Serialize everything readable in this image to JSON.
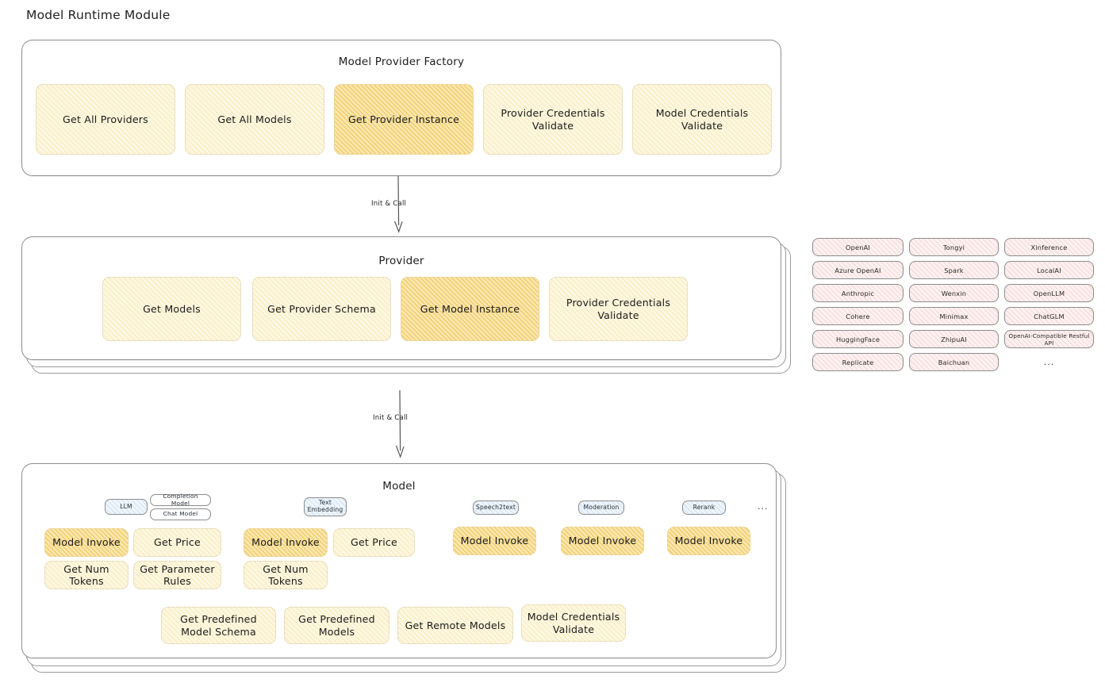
{
  "page": {
    "title": "Model Runtime Module"
  },
  "factory": {
    "title": "Model Provider Factory",
    "nodes": [
      {
        "label": "Get All Providers",
        "highlight": false
      },
      {
        "label": "Get All Models",
        "highlight": false
      },
      {
        "label": "Get Provider Instance",
        "highlight": true
      },
      {
        "label": "Provider Credentials Validate",
        "highlight": false
      },
      {
        "label": "Model Credentials Validate",
        "highlight": false
      }
    ]
  },
  "arrow1": {
    "label": "Init & Call"
  },
  "provider": {
    "title": "Provider",
    "nodes": [
      {
        "label": "Get Models",
        "highlight": false
      },
      {
        "label": "Get Provider Schema",
        "highlight": false
      },
      {
        "label": "Get Model Instance",
        "highlight": true
      },
      {
        "label": "Provider Credentials Validate",
        "highlight": false
      }
    ]
  },
  "provider_list": {
    "columns": [
      [
        "OpenAI",
        "Azure OpenAI",
        "Anthropic",
        "Cohere",
        "HuggingFace",
        "Replicate"
      ],
      [
        "Tongyi",
        "Spark",
        "Wenxin",
        "Minimax",
        "ZhipuAI",
        "Baichuan"
      ],
      [
        "Xinference",
        "LocalAI",
        "OpenLLM",
        "ChatGLM",
        "OpenAI-Compatible Restful API"
      ]
    ],
    "ellipsis": "..."
  },
  "arrow2": {
    "label": "Init & Call"
  },
  "model": {
    "title": "Model",
    "ellipsis": "...",
    "types": [
      {
        "badge": "LLM",
        "sub_badges": [
          "Completion Model",
          "Chat Model"
        ],
        "nodes": [
          {
            "label": "Model Invoke",
            "highlight": true
          },
          {
            "label": "Get Price",
            "highlight": false
          },
          {
            "label": "Get Num Tokens",
            "highlight": false
          },
          {
            "label": "Get Parameter Rules",
            "highlight": false
          }
        ]
      },
      {
        "badge": "Text Embedding",
        "sub_badges": [],
        "nodes": [
          {
            "label": "Model Invoke",
            "highlight": true
          },
          {
            "label": "Get Price",
            "highlight": false
          },
          {
            "label": "Get Num Tokens",
            "highlight": false
          }
        ]
      },
      {
        "badge": "Speech2text",
        "sub_badges": [],
        "nodes": [
          {
            "label": "Model Invoke",
            "highlight": true
          }
        ]
      },
      {
        "badge": "Moderation",
        "sub_badges": [],
        "nodes": [
          {
            "label": "Model Invoke",
            "highlight": true
          }
        ]
      },
      {
        "badge": "Rerank",
        "sub_badges": [],
        "nodes": [
          {
            "label": "Model Invoke",
            "highlight": true
          }
        ]
      }
    ],
    "common_nodes": [
      {
        "label": "Get Predefined Model Schema"
      },
      {
        "label": "Get Predefined Models"
      },
      {
        "label": "Get Remote Models"
      },
      {
        "label": "Model Credentials Validate"
      }
    ]
  },
  "colors": {
    "amber_fill": "#fdf7e1",
    "amber_highlight": "#fae6ae",
    "chip_fill": "#fdf1f1",
    "badge_fill": "#eef5fc",
    "border": "#8f8f8f",
    "text": "#1b1b1b"
  }
}
